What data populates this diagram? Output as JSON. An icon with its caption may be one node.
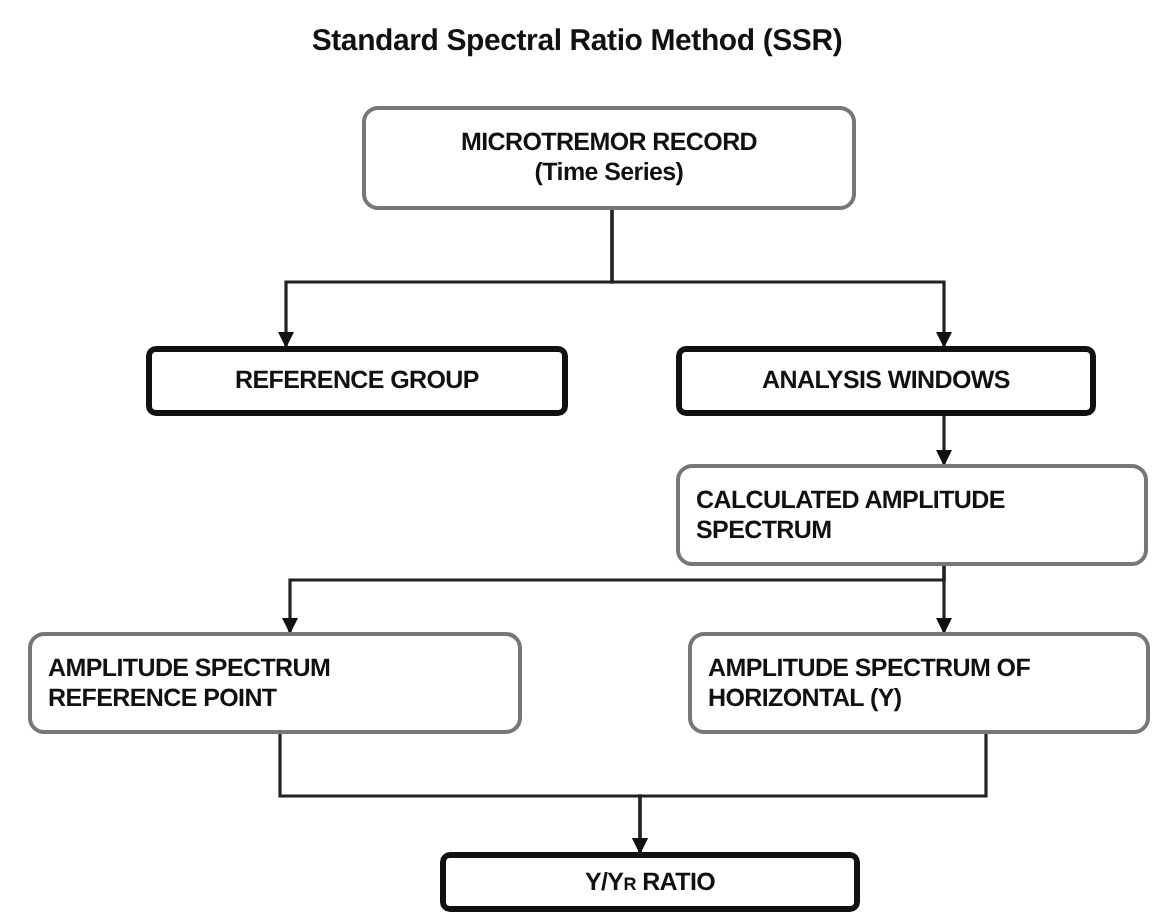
{
  "diagram": {
    "title": "Standard Spectral Ratio Method (SSR)",
    "nodes": [
      {
        "text": [
          "MICROTREMOR RECORD (Time Series)"
        ]
      },
      {
        "text": [
          "REFERENCE GROUP"
        ]
      },
      {
        "text": [
          "ANALYSIS WINDOWS"
        ]
      },
      {
        "text": [
          "CALCULATED AMPLITUDE SPECTRUM"
        ]
      },
      {
        "text": [
          "AMPLITUDE SPECTRUM REFERENCE POINT"
        ]
      },
      {
        "text": [
          "AMPLITUDE SPECTRUM OF HORIZONTAL (Y)"
        ]
      },
      {
        "text": [
          "Y/Y$_{R}$ RATIO"
        ]
      }
    ],
    "edges": [
      {
        "from": 0,
        "to": 1,
        "arrow": "to"
      },
      {
        "from": 0,
        "to": 2,
        "arrow": "to"
      },
      {
        "from": 2,
        "to": 3,
        "arrow": "to"
      },
      {
        "from": 3,
        "to": 4,
        "arrow": "to"
      },
      {
        "from": 3,
        "to": 5,
        "arrow": "to"
      },
      {
        "from": 4,
        "to": 6,
        "arrow": "to"
      },
      {
        "from": 5,
        "to": 6,
        "arrow": "to"
      }
    ]
  }
}
